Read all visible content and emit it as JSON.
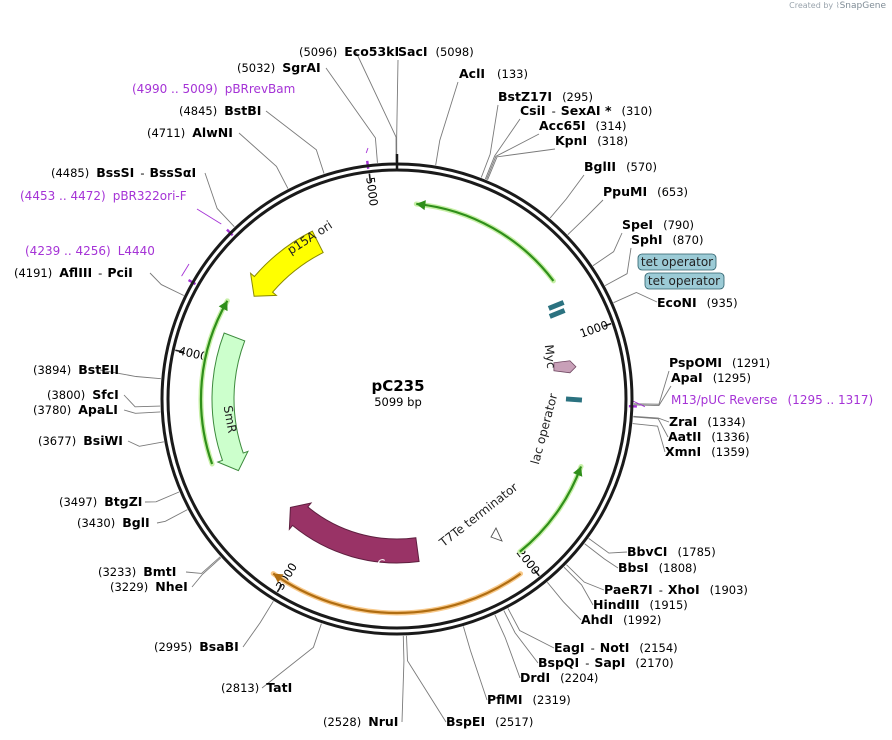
{
  "header": {
    "credit_prefix": "Created by",
    "credit_brand": "SnapGene"
  },
  "plasmid": {
    "name": "pC235",
    "size_label": "5099 bp",
    "length": 5099
  },
  "colors": {
    "backbone": "#1a1a1a",
    "site_line": "#7a7a7a",
    "primer": "#a533d6",
    "ori": "#ffff00",
    "smr": "#ccffcc",
    "arac": "#993366",
    "operator": "#9ccbd6",
    "teal": "#2b7280",
    "myc": "#c8a0b8",
    "arrow_green": "#33aa11",
    "arrow_orange": "#f4a940"
  },
  "ruler_labels": [
    "1000",
    "2000",
    "3000",
    "4000",
    "5000"
  ],
  "sites": [
    {
      "name": "SacI",
      "pos": "(5098)"
    },
    {
      "name": "AclI",
      "pos": "(133)"
    },
    {
      "name": "BstZ17I",
      "pos": "(295)"
    },
    {
      "name": "CsiI",
      "sep": "-",
      "name2": "SexAI *",
      "pos": "(310)"
    },
    {
      "name": "Acc65I",
      "pos": "(314)"
    },
    {
      "name": "KpnI",
      "pos": "(318)"
    },
    {
      "name": "BglII",
      "pos": "(570)"
    },
    {
      "name": "PpuMI",
      "pos": "(653)"
    },
    {
      "name": "SpeI",
      "pos": "(790)"
    },
    {
      "name": "SphI",
      "pos": "(870)"
    },
    {
      "name": "EcoNI",
      "pos": "(935)"
    },
    {
      "name": "PspOMI",
      "pos": "(1291)"
    },
    {
      "name": "ApaI",
      "pos": "(1295)"
    },
    {
      "name": "ZraI",
      "pos": "(1334)"
    },
    {
      "name": "AatII",
      "pos": "(1336)"
    },
    {
      "name": "XmnI",
      "pos": "(1359)"
    },
    {
      "name": "BbvCI",
      "pos": "(1785)"
    },
    {
      "name": "BbsI",
      "pos": "(1808)"
    },
    {
      "name": "PaeR7I",
      "sep": "-",
      "name2": "XhoI",
      "pos": "(1903)"
    },
    {
      "name": "HindIII",
      "pos": "(1915)"
    },
    {
      "name": "AhdI",
      "pos": "(1992)"
    },
    {
      "name": "EagI",
      "sep": "-",
      "name2": "NotI",
      "pos": "(2154)"
    },
    {
      "name": "BspQI",
      "sep": "-",
      "name2": "SapI",
      "pos": "(2170)"
    },
    {
      "name": "DrdI",
      "pos": "(2204)"
    },
    {
      "name": "PflMI",
      "pos": "(2319)"
    },
    {
      "name": "BspEI",
      "pos": "(2517)"
    },
    {
      "name": "NruI",
      "pos": "(2528)"
    },
    {
      "name": "TatI",
      "pos": "(2813)"
    },
    {
      "name": "BsaBI",
      "pos": "(2995)"
    },
    {
      "name": "NheI",
      "pos": "(3229)"
    },
    {
      "name": "BmtI",
      "pos": "(3233)"
    },
    {
      "name": "BglI",
      "pos": "(3430)"
    },
    {
      "name": "BtgZI",
      "pos": "(3497)"
    },
    {
      "name": "BsiWI",
      "pos": "(3677)"
    },
    {
      "name": "ApaLI",
      "pos": "(3780)"
    },
    {
      "name": "SfcI",
      "pos": "(3800)"
    },
    {
      "name": "BstEII",
      "pos": "(3894)"
    },
    {
      "name": "AflIII",
      "sep": "-",
      "name2": "PciI",
      "pos": "(4191)"
    },
    {
      "name": "BssSI",
      "sep": "-",
      "name2": "BssSαI",
      "pos": "(4485)"
    },
    {
      "name": "AlwNI",
      "pos": "(4711)"
    },
    {
      "name": "BstBI",
      "pos": "(4845)"
    },
    {
      "name": "SgrAI",
      "pos": "(5032)"
    },
    {
      "name": "Eco53kI",
      "pos": "(5096)"
    }
  ],
  "primers": [
    {
      "name": "M13/pUC Reverse",
      "range": "(1295 .. 1317)"
    },
    {
      "name": "pBRrevBam",
      "range": "(4990 .. 5009)"
    },
    {
      "name": "pBR322ori-F",
      "range": "(4453 .. 4472)"
    },
    {
      "name": "L4440",
      "range": "(4239 .. 4256)"
    }
  ],
  "features": {
    "p15a": "p15A ori",
    "smr": "SmR",
    "arac": "araC",
    "lac": "lac operator",
    "myc": "Myc",
    "t7te": "T7Te terminator",
    "tet1": "tet operator",
    "tet2": "tet operator"
  }
}
